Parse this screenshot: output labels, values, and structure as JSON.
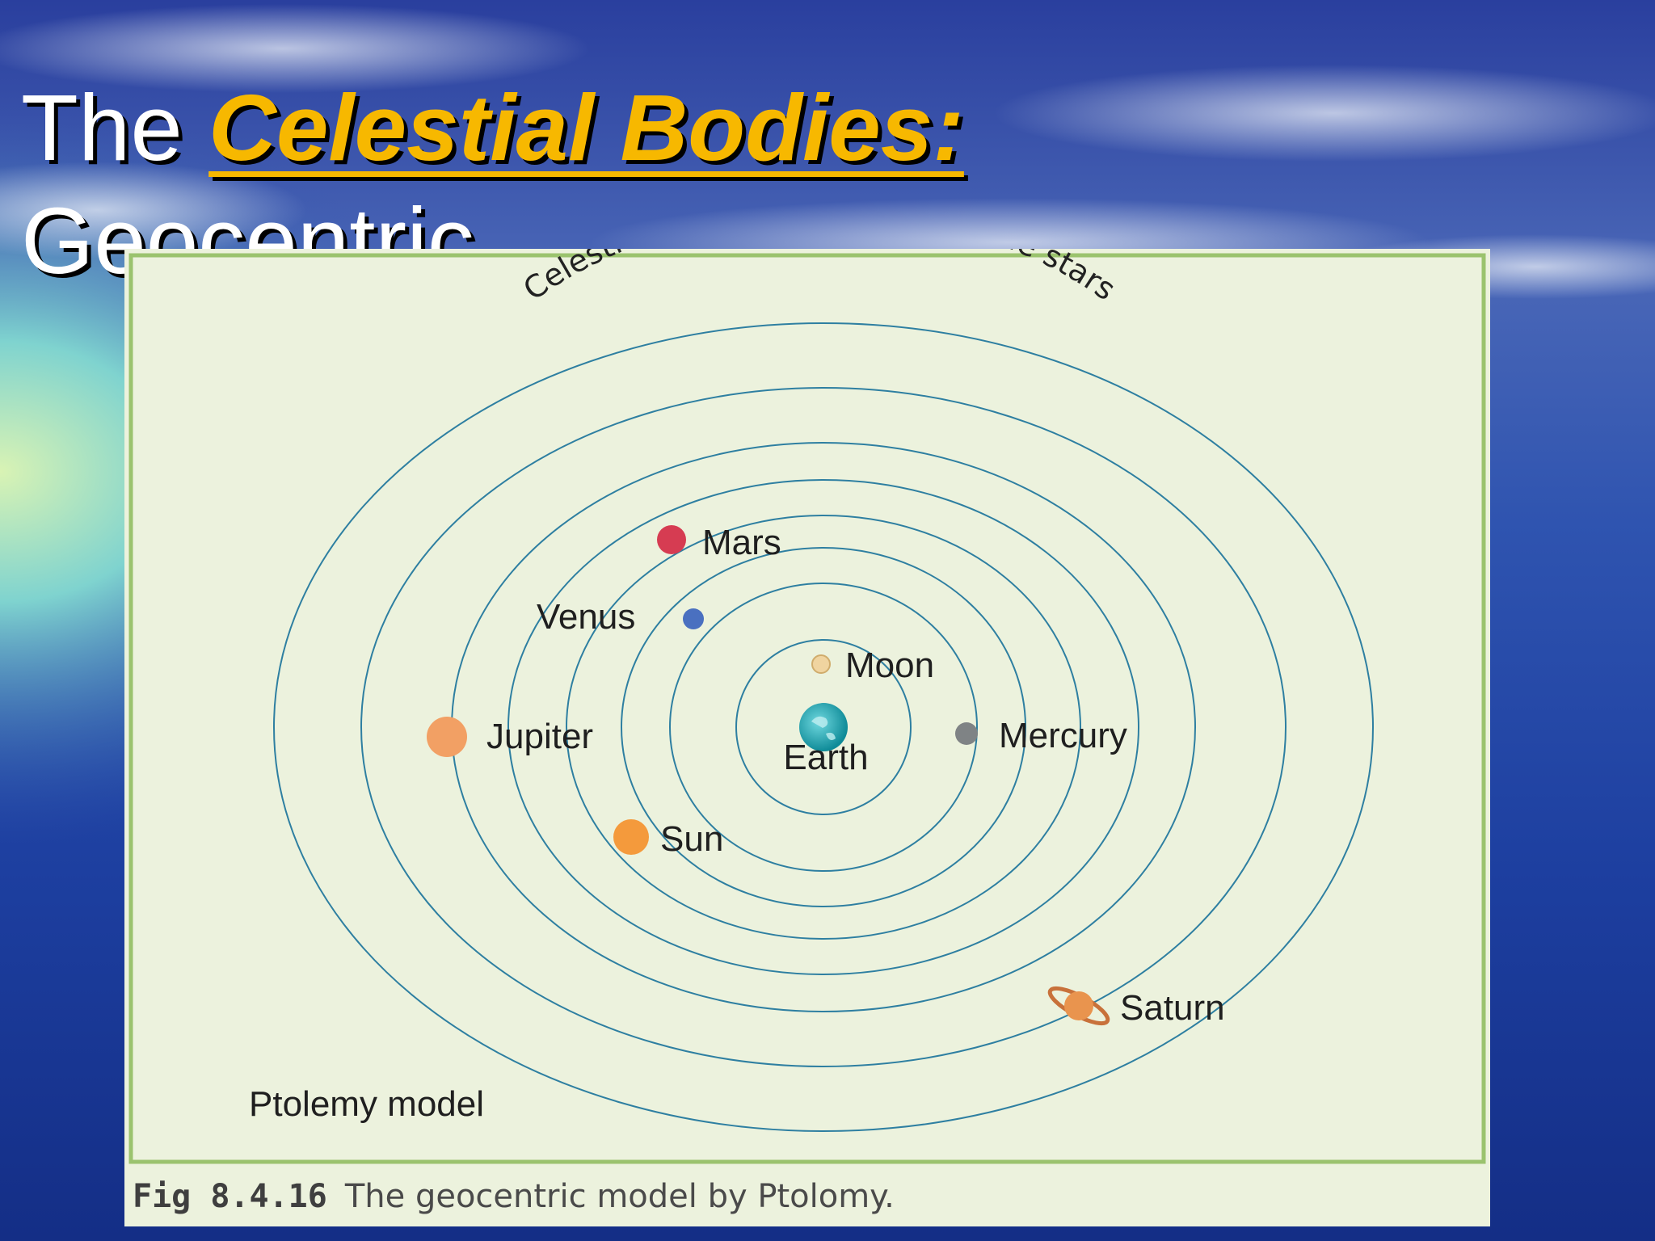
{
  "slide": {
    "title_prefix": "The ",
    "title_emphasis": "Celestial Bodies:",
    "title_line2": "Geocentric"
  },
  "figure": {
    "celestial_sphere_label": "Celestial sphere containing all the stars",
    "model_label": "Ptolemy model",
    "caption_number": "Fig 8.4.16",
    "caption_text": "The geocentric model by Ptolomy.",
    "bodies": [
      {
        "name": "Earth",
        "color": "#1ea3ad"
      },
      {
        "name": "Moon",
        "color": "#f0d4a0"
      },
      {
        "name": "Mercury",
        "color": "#7f8385"
      },
      {
        "name": "Venus",
        "color": "#4a70c0"
      },
      {
        "name": "Sun",
        "color": "#f49a3c"
      },
      {
        "name": "Mars",
        "color": "#d63c52"
      },
      {
        "name": "Jupiter",
        "color": "#f2a064"
      },
      {
        "name": "Saturn",
        "color": "#e9944e"
      }
    ]
  },
  "colors": {
    "title_emphasis": "#f7b800",
    "orbit": "#2e7fa1",
    "panel_border": "#9bc36e",
    "panel_background": "#ecf2dd"
  }
}
